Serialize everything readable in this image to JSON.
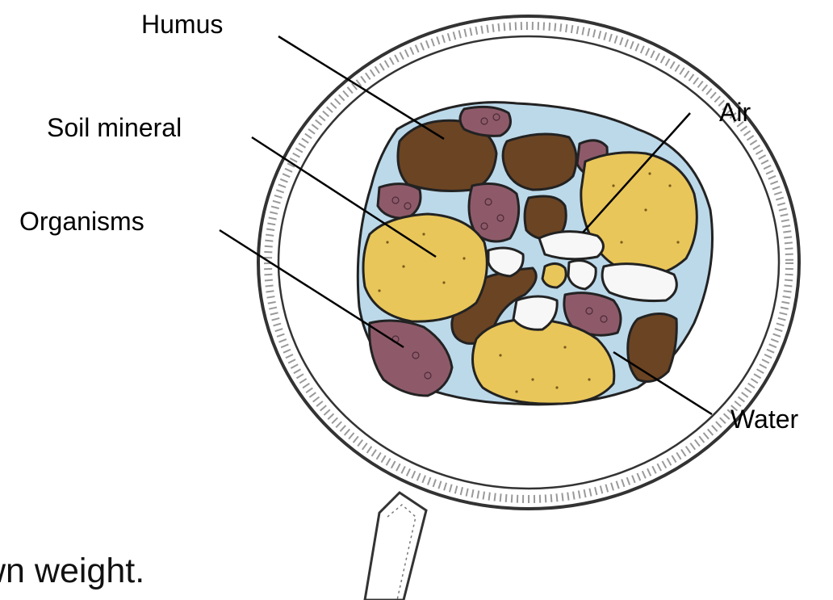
{
  "labels": {
    "humus": "Humus",
    "soil_mineral": "Soil mineral",
    "organisms": "Organisms",
    "air": "Air",
    "water": "Water"
  },
  "caption": "wn weight.",
  "colors": {
    "humus": "#6b4423",
    "mineral": "#e9c65a",
    "organisms": "#8e5a6a",
    "water": "#bcd9ea",
    "air": "#f7f7f7",
    "outline": "#222222"
  },
  "icons": {
    "lens": "magnifying-glass-icon"
  }
}
